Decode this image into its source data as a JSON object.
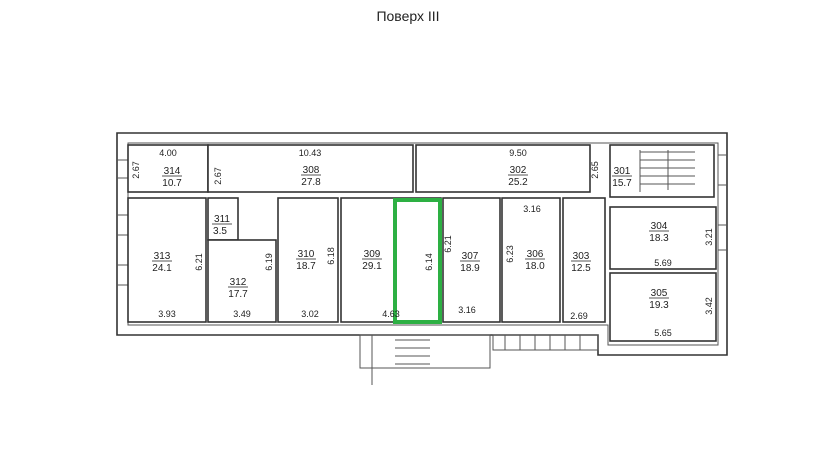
{
  "title": "Поверх III",
  "rooms": [
    {
      "id": "314",
      "area": "10.7"
    },
    {
      "id": "308",
      "area": "27.8"
    },
    {
      "id": "302",
      "area": "25.2"
    },
    {
      "id": "301",
      "area": "15.7"
    },
    {
      "id": "311",
      "area": "3.5"
    },
    {
      "id": "313",
      "area": "24.1"
    },
    {
      "id": "312",
      "area": "17.7"
    },
    {
      "id": "310",
      "area": "18.7"
    },
    {
      "id": "309",
      "area": "29.1"
    },
    {
      "id": "307",
      "area": "18.9"
    },
    {
      "id": "306",
      "area": "18.0"
    },
    {
      "id": "303",
      "area": "12.5"
    },
    {
      "id": "304",
      "area": "18.3"
    },
    {
      "id": "305",
      "area": "19.3"
    }
  ],
  "dimensions": [
    "4.00",
    "10.43",
    "9.50",
    "2.67",
    "2.67",
    "2.65",
    "6.21",
    "6.19",
    "6.18",
    "6.14",
    "6.21",
    "6.23",
    "3.16",
    "3.21",
    "3.42",
    "3.93",
    "3.49",
    "3.02",
    "4.63",
    "3.16",
    "2.69",
    "5.69",
    "5.65"
  ],
  "highlight_color": "#2db043"
}
